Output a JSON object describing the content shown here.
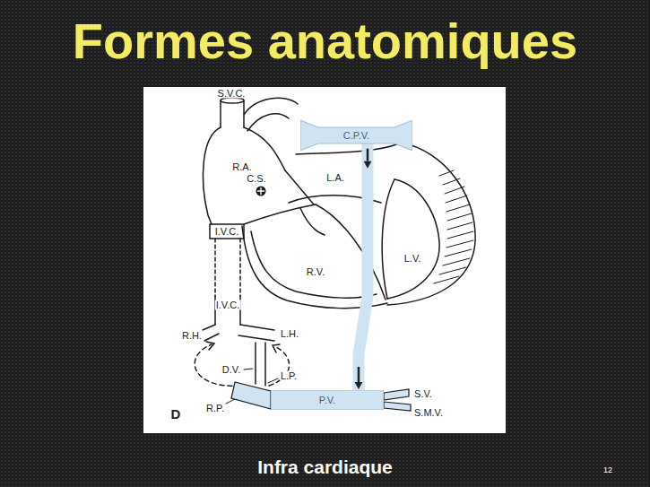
{
  "diagram": {
    "title": "Formes anatomiques",
    "caption": "Infra cardiaque",
    "nodes": [
      {
        "text": [
          "C.P.V."
        ]
      },
      {
        "text": [
          "P.V."
        ]
      }
    ],
    "edges": [
      {
        "from": 0,
        "to": 1,
        "arrow": "to"
      }
    ],
    "labels": [
      "S.V.C.",
      "R.A.",
      "C.S.",
      "L.A.",
      "I.V.C.",
      "R.V.",
      "L.V.",
      "I.V.C.",
      "R.H.",
      "L.H.",
      "D.V.",
      "L.P.",
      "R.P.",
      "S.V.",
      "S.M.V.",
      "D",
      "12"
    ]
  }
}
